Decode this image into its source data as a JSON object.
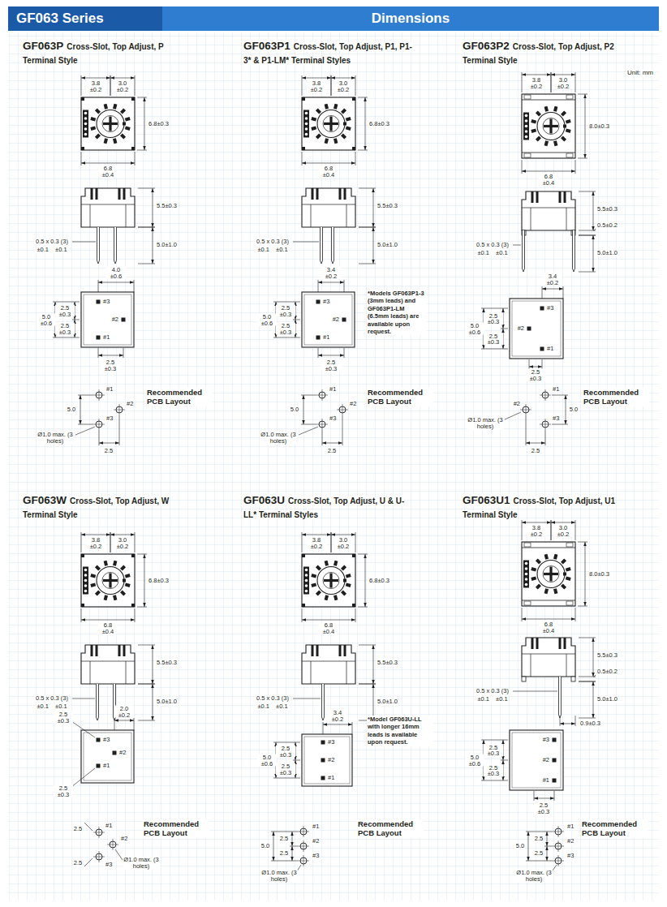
{
  "diagram": {
    "nodes": [
      {
        "text": [
          "GF063 Series"
        ]
      },
      {
        "text": [
          "Dimensions"
        ]
      }
    ],
    "labels": [
      "GF063P",
      "Cross-Slot, Top Adjust, P Terminal Style",
      "3.8 ±0.2",
      "3.0 ±0.2",
      "6.8±0.3",
      "6.8 ±0.4",
      "5.5±0.3",
      "5.0±1.0",
      "0.5 x 0.3 (3)",
      "±0.1 ±0.1",
      "4.0 ±0.6",
      "#3",
      "#2",
      "#1",
      "5.0 ±0.6",
      "2.5 ±0.3",
      "2.5 ±0.3",
      "2.5 ±0.3",
      "#1",
      "#2",
      "#3",
      "5.0",
      "Ø1.0 max. (3 holes)",
      "2.5",
      "Recommended PCB Layout",
      "GF063P1",
      "Cross-Slot, Top Adjust, P1, P1-3* & P1-LM* Terminal Styles",
      "3.8 ±0.2",
      "3.0 ±0.2",
      "6.8±0.3",
      "6.8 ±0.4",
      "5.5±0.3",
      "5.0±1.0",
      "0.5 x 0.3 (3)",
      "±0.1 ±0.1",
      "3.4 ±0.2",
      "#3",
      "#2",
      "#1",
      "5.0 ±0.6",
      "2.5 ±0.3",
      "2.5 ±0.3",
      "2.5 ±0.3",
      "*Models GF063P1-3 (3mm leads) and GF063P1-LM (6.5mm leads) are available upon request.",
      "#1",
      "#2",
      "#3",
      "5.0",
      "Ø1.0 max. (3 holes)",
      "2.5",
      "Recommended PCB Layout",
      "GF063P2",
      "Cross-Slot, Top Adjust, P2 Terminal Style",
      "Unit: mm",
      "3.8 ±0.2",
      "3.0 ±0.2",
      "8.0±0.3",
      "6.8 ±0.4",
      "5.5±0.3",
      "0.5±0.2",
      "5.0±1.0",
      "0.5 x 0.3 (3)",
      "±0.1 ±0.1",
      "3.4 ±0.2",
      "#3",
      "#2",
      "#1",
      "5.0 ±0.6",
      "2.5 ±0.3",
      "2.5 ±0.3",
      "2.5 ±0.3",
      "#1",
      "#2",
      "#3",
      "Ø1.0 max. (3 holes)",
      "5.0",
      "2.5",
      "Recommended PCB Layout",
      "GF063W",
      "Cross-Slot, Top Adjust, W Terminal Style",
      "3.8 ±0.2",
      "3.0 ±0.2",
      "6.8±0.3",
      "6.8 ±0.4",
      "5.5±0.3",
      "5.0±1.0",
      "0.5 x 0.3 (3)",
      "±0.1 ±0.1",
      "2.0 ±0.2",
      "2.5 ±0.3",
      "#3",
      "#2",
      "#1",
      "2.5 ±0.3",
      "2.5",
      "#1",
      "#2",
      "#3",
      "2.5",
      "Ø1.0 max. (3 holes)",
      "Recommended PCB Layout",
      "GF063U",
      "Cross-Slot, Top Adjust, U & U-LL* Terminal Styles",
      "3.8 ±0.2",
      "3.0 ±0.2",
      "6.8±0.3",
      "6.8 ±0.4",
      "5.5±0.3",
      "5.0±1.0",
      "0.5 x 0.3 (3)",
      "±0.1 ±0.1",
      "3.4 ±0.2",
      "#3",
      "#2",
      "#1",
      "5.0 ±0.6",
      "2.5 ±0.3",
      "2.5 ±0.3",
      "*Model GF063U-LL with longer 16mm leads is available upon request.",
      "#1",
      "2.5",
      "#2",
      "5.0",
      "2.5",
      "#3",
      "Ø1.0 max. (3 holes)",
      "Recommended PCB Layout",
      "GF063U1",
      "Cross-Slot, Top Adjust, U1 Terminal Style",
      "3.8 ±0.2",
      "3.0 ±0.2",
      "8.0±0.3",
      "6.8 ±0.4",
      "5.5±0.3",
      "0.5±0.2",
      "5.0±1.0",
      "0.5 x 0.3 (3)",
      "±0.1 ±0.1",
      "0.9±0.3",
      "#3",
      "#2",
      "#1",
      "5.0 ±0.6",
      "2.5 ±0.3",
      "2.5 ±0.3",
      "2.5 ±0.3",
      "#1",
      "2.5",
      "#2",
      "5.0",
      "2.5",
      "#3",
      "Ø1.0 max. (3 holes)",
      "Recommended PCB Layout"
    ]
  }
}
